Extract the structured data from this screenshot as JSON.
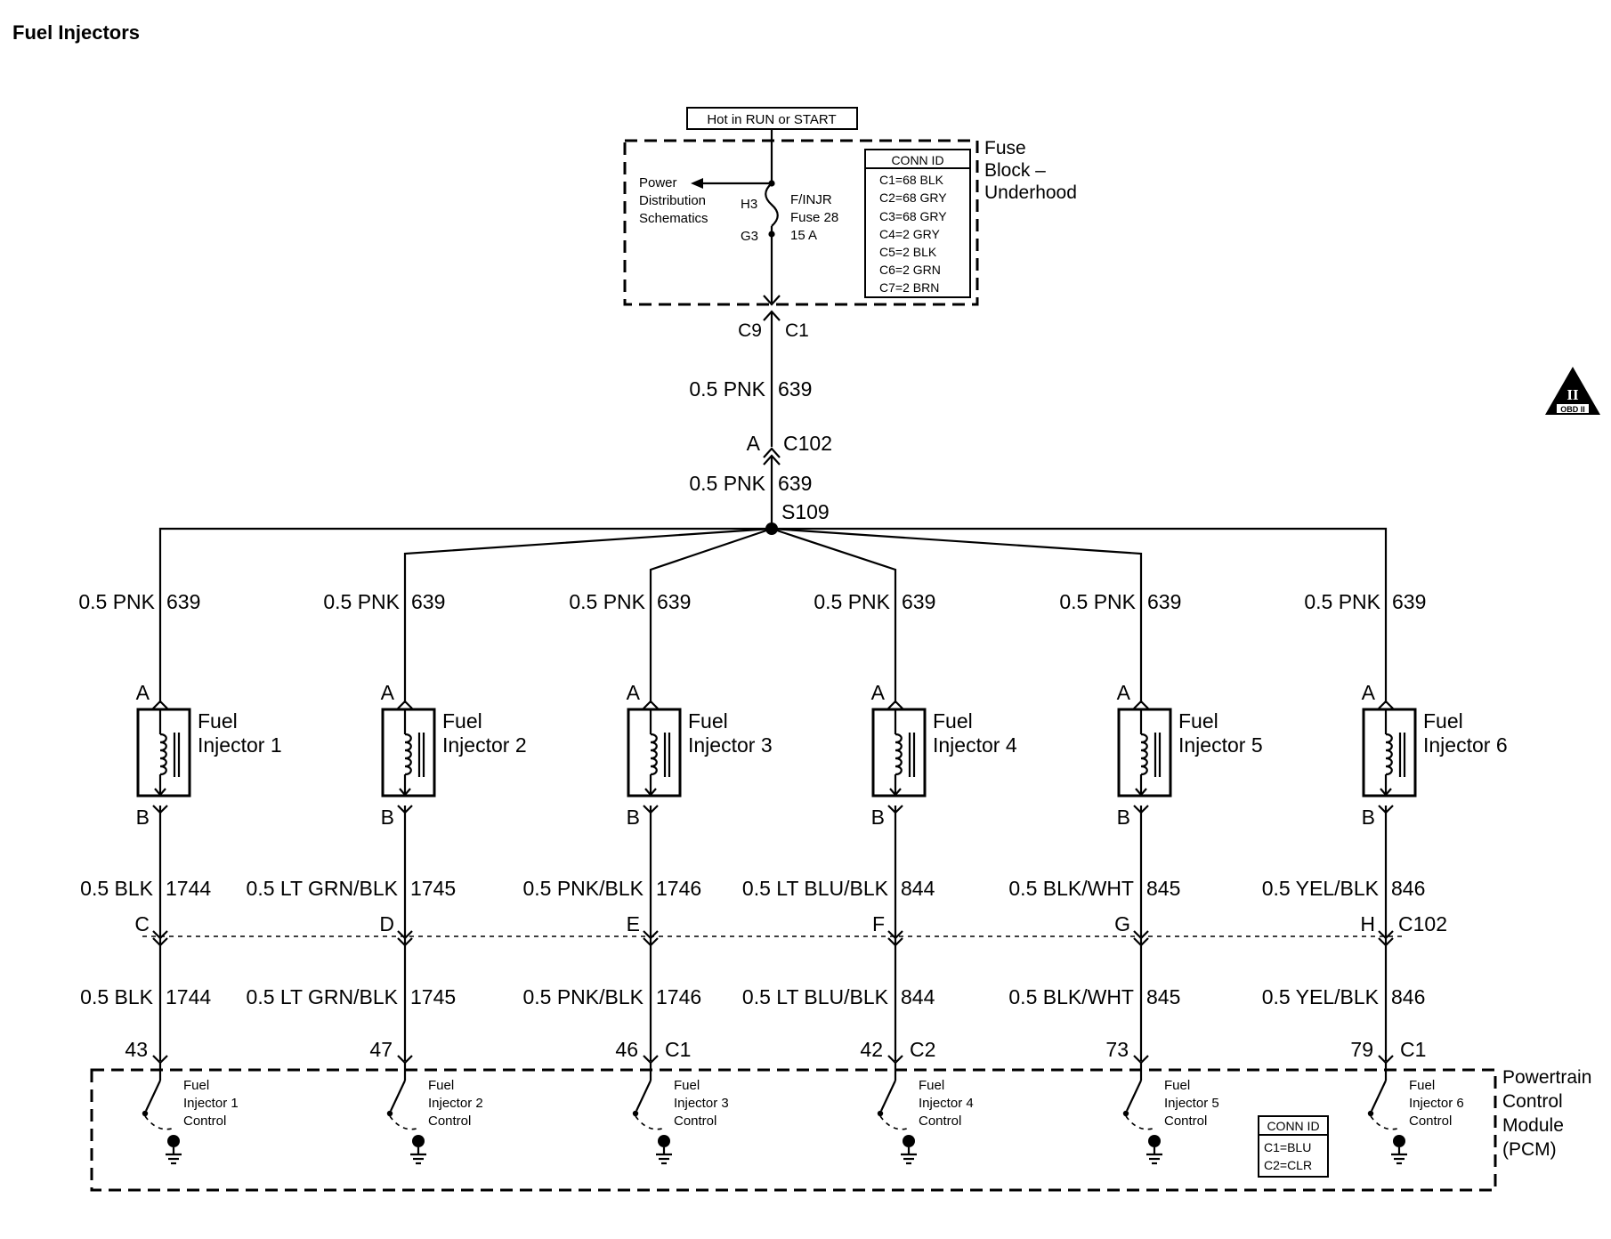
{
  "title": "Fuel Injectors",
  "power_source": "Hot in RUN or START",
  "fuse_block": {
    "name_lines": [
      "Fuse",
      "Block –",
      "Underhood"
    ],
    "power_dist_lines": [
      "Power",
      "Distribution",
      "Schematics"
    ],
    "terminal_top": "H3",
    "terminal_bottom": "G3",
    "fuse_lines": [
      "F/INJR",
      "Fuse 28",
      "15 A"
    ],
    "conn_title": "CONN ID",
    "conn_entries": [
      "C1=68 BLK",
      "C2=68 GRY",
      "C3=68 GRY",
      "C4=2 GRY",
      "C5=2 BLK",
      "C6=2 GRN",
      "C7=2 BRN"
    ],
    "out_pin": "C9",
    "out_conn": "C1"
  },
  "feed_wire_upper": {
    "gauge_color": "0.5 PNK",
    "circuit": "639"
  },
  "c102_feed": {
    "pin": "A",
    "conn": "C102"
  },
  "feed_wire_lower": {
    "gauge_color": "0.5 PNK",
    "circuit": "639"
  },
  "splice": "S109",
  "obd_badge": {
    "top": "II",
    "bottom": "OBD II"
  },
  "injectors": [
    {
      "name_lines": [
        "Fuel",
        "Injector 1"
      ],
      "pin_a": "A",
      "pin_b": "B",
      "feed_gauge": "0.5 PNK",
      "feed_circuit": "639",
      "ctrl_gauge_upper": "0.5 BLK",
      "ctrl_circuit_upper": "1744",
      "c102_pin": "C",
      "c102_label": "",
      "ctrl_gauge_lower": "0.5 BLK",
      "ctrl_circuit_lower": "1744",
      "pcm_pin": "43",
      "pcm_conn": "",
      "pcm_label_lines": [
        "Fuel",
        "Injector 1",
        "Control"
      ]
    },
    {
      "name_lines": [
        "Fuel",
        "Injector 2"
      ],
      "pin_a": "A",
      "pin_b": "B",
      "feed_gauge": "0.5 PNK",
      "feed_circuit": "639",
      "ctrl_gauge_upper": "0.5 LT GRN/BLK",
      "ctrl_circuit_upper": "1745",
      "c102_pin": "D",
      "c102_label": "",
      "ctrl_gauge_lower": "0.5 LT GRN/BLK",
      "ctrl_circuit_lower": "1745",
      "pcm_pin": "47",
      "pcm_conn": "",
      "pcm_label_lines": [
        "Fuel",
        "Injector 2",
        "Control"
      ]
    },
    {
      "name_lines": [
        "Fuel",
        "Injector 3"
      ],
      "pin_a": "A",
      "pin_b": "B",
      "feed_gauge": "0.5 PNK",
      "feed_circuit": "639",
      "ctrl_gauge_upper": "0.5 PNK/BLK",
      "ctrl_circuit_upper": "1746",
      "c102_pin": "E",
      "c102_label": "",
      "ctrl_gauge_lower": "0.5 PNK/BLK",
      "ctrl_circuit_lower": "1746",
      "pcm_pin": "46",
      "pcm_conn": "C1",
      "pcm_label_lines": [
        "Fuel",
        "Injector 3",
        "Control"
      ]
    },
    {
      "name_lines": [
        "Fuel",
        "Injector 4"
      ],
      "pin_a": "A",
      "pin_b": "B",
      "feed_gauge": "0.5 PNK",
      "feed_circuit": "639",
      "ctrl_gauge_upper": "0.5 LT BLU/BLK",
      "ctrl_circuit_upper": "844",
      "c102_pin": "F",
      "c102_label": "",
      "ctrl_gauge_lower": "0.5 LT BLU/BLK",
      "ctrl_circuit_lower": "844",
      "pcm_pin": "42",
      "pcm_conn": "C2",
      "pcm_label_lines": [
        "Fuel",
        "Injector 4",
        "Control"
      ]
    },
    {
      "name_lines": [
        "Fuel",
        "Injector 5"
      ],
      "pin_a": "A",
      "pin_b": "B",
      "feed_gauge": "0.5 PNK",
      "feed_circuit": "639",
      "ctrl_gauge_upper": "0.5 BLK/WHT",
      "ctrl_circuit_upper": "845",
      "c102_pin": "G",
      "c102_label": "",
      "ctrl_gauge_lower": "0.5 BLK/WHT",
      "ctrl_circuit_lower": "845",
      "pcm_pin": "73",
      "pcm_conn": "",
      "pcm_label_lines": [
        "Fuel",
        "Injector 5",
        "Control"
      ]
    },
    {
      "name_lines": [
        "Fuel",
        "Injector 6"
      ],
      "pin_a": "A",
      "pin_b": "B",
      "feed_gauge": "0.5 PNK",
      "feed_circuit": "639",
      "ctrl_gauge_upper": "0.5 YEL/BLK",
      "ctrl_circuit_upper": "846",
      "c102_pin": "H",
      "c102_label": "C102",
      "ctrl_gauge_lower": "0.5 YEL/BLK",
      "ctrl_circuit_lower": "846",
      "pcm_pin": "79",
      "pcm_conn": "C1",
      "pcm_label_lines": [
        "Fuel",
        "Injector 6",
        "Control"
      ]
    }
  ],
  "pcm": {
    "name_lines": [
      "Powertrain",
      "Control",
      "Module",
      "(PCM)"
    ],
    "conn_title": "CONN ID",
    "conn_entries": [
      "C1=BLU",
      "C2=CLR"
    ]
  }
}
